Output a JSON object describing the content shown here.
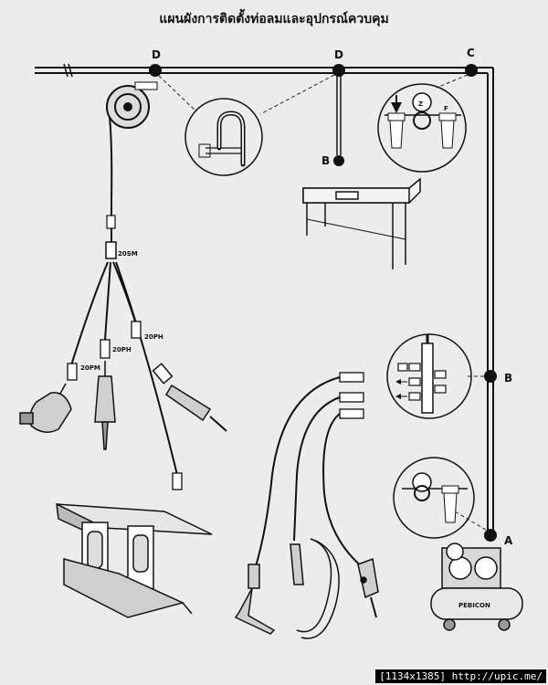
{
  "title": "แผนผังการติดตั้งท่อลมและอุปกรณ์ควบคุม",
  "points": {
    "d1": "D",
    "d2": "D",
    "c": "C",
    "b_bench": "B",
    "b_right": "B",
    "a": "A"
  },
  "hose_labels": {
    "main": "20SM",
    "left": "20PM",
    "mid": "20PH",
    "right": "20PH"
  },
  "regulator_letters": {
    "filter": "F",
    "gauge": "Z"
  },
  "compressor_brand": "PEBICON",
  "footer_text": "[1134x1385] http://upic.me/"
}
